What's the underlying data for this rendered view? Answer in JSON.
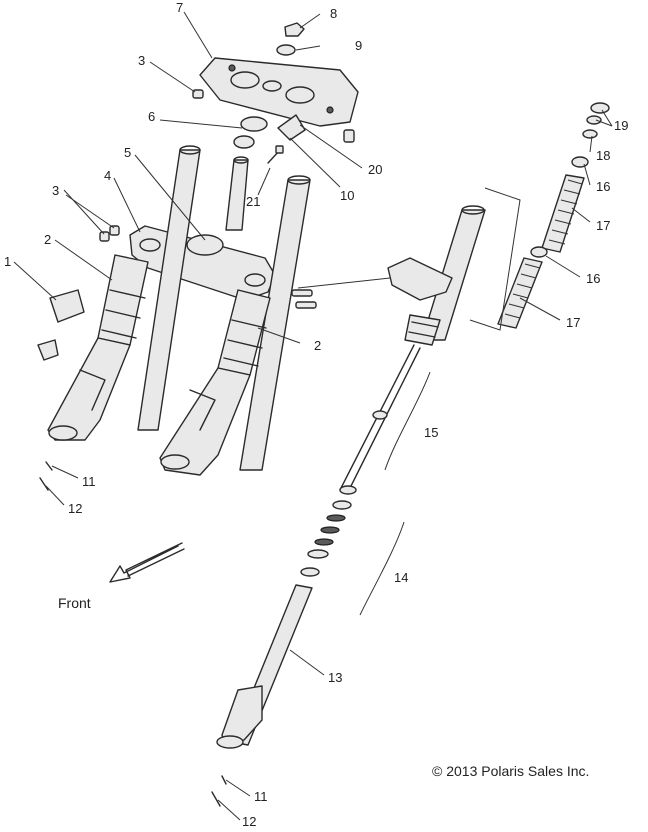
{
  "diagram": {
    "callouts": [
      "7",
      "8",
      "9",
      "3",
      "6",
      "5",
      "4",
      "3",
      "2",
      "1",
      "2",
      "10",
      "20",
      "21",
      "19",
      "18",
      "16",
      "17",
      "16",
      "17",
      "15",
      "14",
      "13",
      "11",
      "12",
      "11",
      "12"
    ],
    "direction_label": "Front",
    "copyright": "© 2013 Polaris Sales Inc."
  }
}
